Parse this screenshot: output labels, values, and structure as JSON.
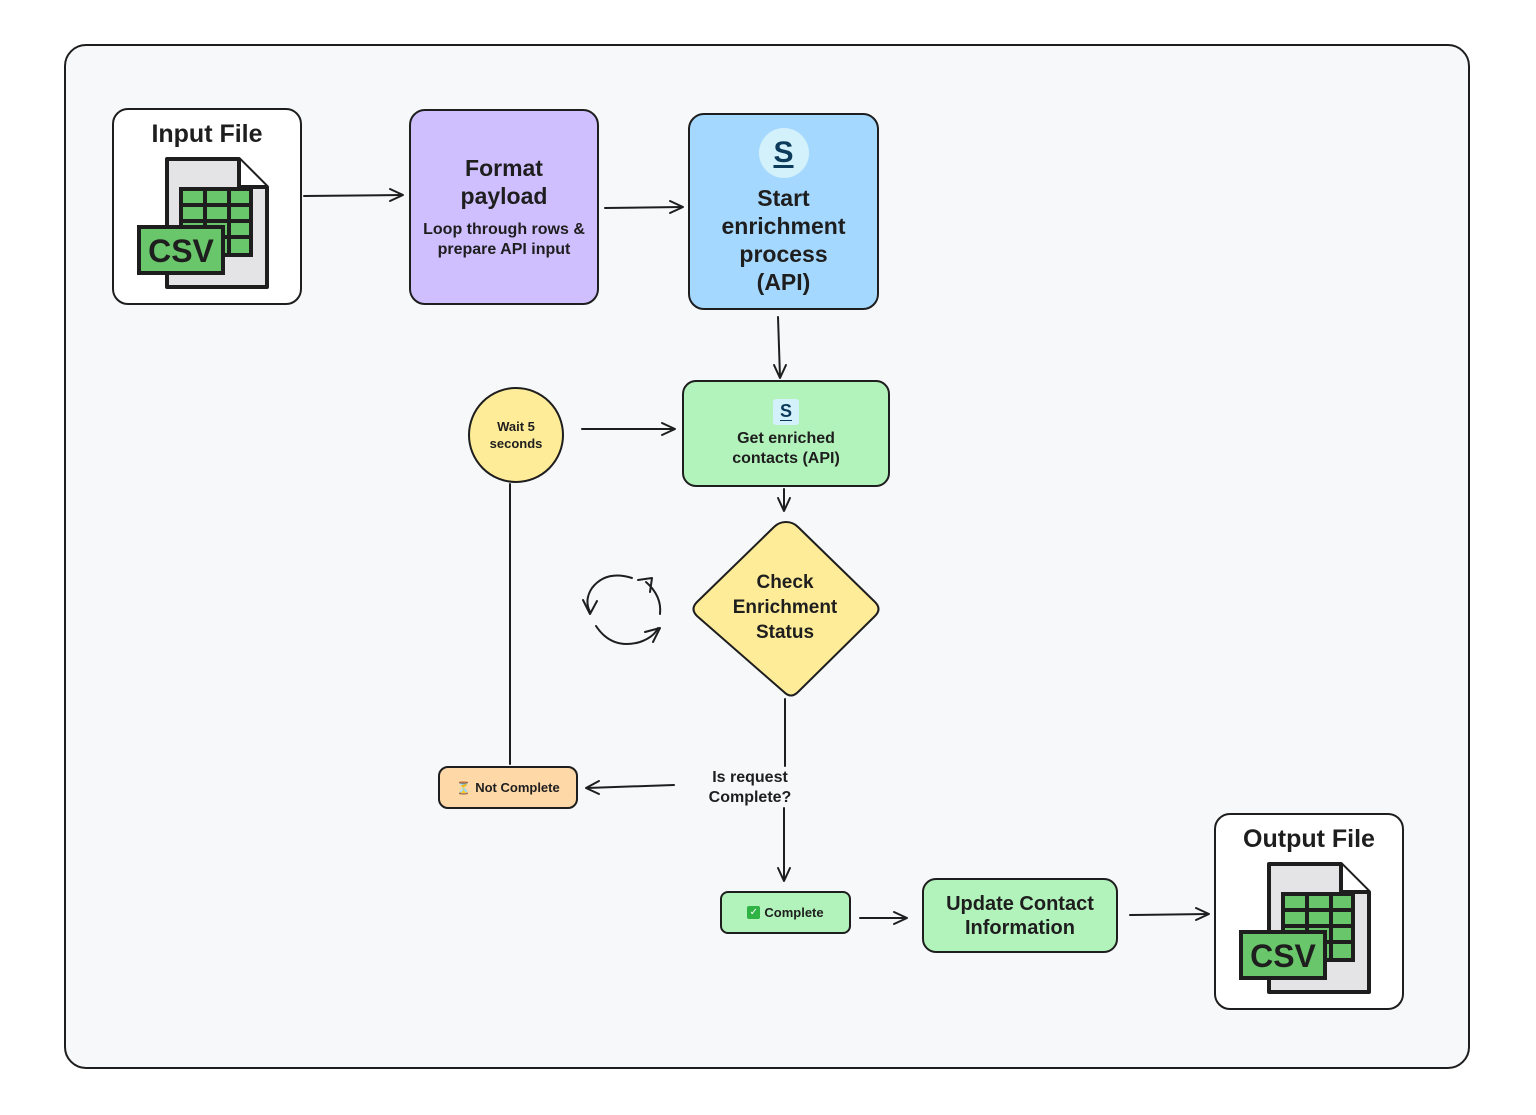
{
  "nodes": {
    "input_file": {
      "title": "Input File",
      "badge": "CSV"
    },
    "format_payload": {
      "title": "Format payload",
      "subtitle": "Loop through rows & prepare API input"
    },
    "start_enrichment": {
      "title": "Start enrichment process (API)",
      "logo": "S"
    },
    "get_enriched": {
      "title": "Get enriched contacts (API)",
      "logo": "S"
    },
    "wait": {
      "title": "Wait 5 seconds"
    },
    "check_status": {
      "title": "Check Enrichment Status"
    },
    "decision_label": {
      "text": "Is request Complete?"
    },
    "not_complete": {
      "icon": "hourglass-icon",
      "label": "Not Complete"
    },
    "complete": {
      "icon": "check-box-icon",
      "label": "Complete"
    },
    "update_contact": {
      "title": "Update Contact Information"
    },
    "output_file": {
      "title": "Output File",
      "badge": "CSV"
    }
  },
  "colors": {
    "purple": "#d0bfff",
    "blue": "#a5d8ff",
    "green": "#b2f2bb",
    "yellow": "#ffec99",
    "orange": "#ffd8a8",
    "csv_green": "#69c66a",
    "stroke": "#1e1e1e",
    "canvas": "#f7f8fa"
  }
}
